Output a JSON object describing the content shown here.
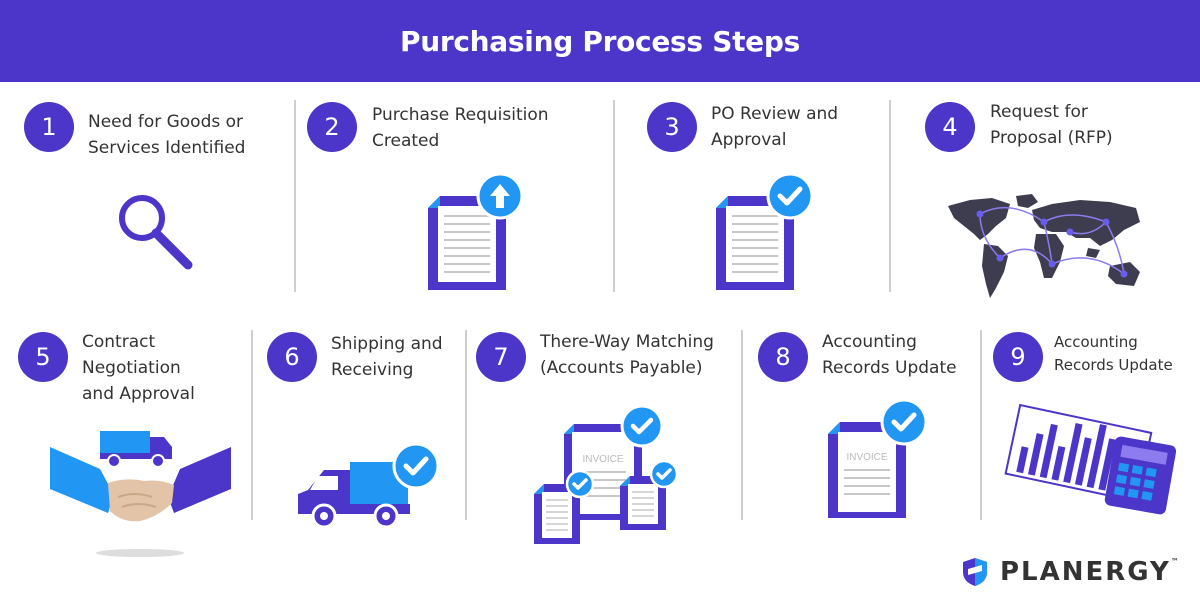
{
  "title": "Purchasing Process Steps",
  "colors": {
    "primary": "#4c35c9",
    "accent": "#2196f3",
    "text": "#333333"
  },
  "steps": [
    {
      "number": "1",
      "line1": "Need for Goods or",
      "line2": "Services Identified",
      "line3": "",
      "icon": "magnifying-glass-icon"
    },
    {
      "number": "2",
      "line1": "Purchase Requisition",
      "line2": "Created",
      "line3": "",
      "icon": "document-upload-icon"
    },
    {
      "number": "3",
      "line1": "PO Review and",
      "line2": "Approval",
      "line3": "",
      "icon": "document-check-icon"
    },
    {
      "number": "4",
      "line1": "Request for",
      "line2": "Proposal (RFP)",
      "line3": "",
      "icon": "world-map-icon"
    },
    {
      "number": "5",
      "line1": "Contract",
      "line2": "Negotiation",
      "line3": "and Approval",
      "icon": "handshake-truck-icon"
    },
    {
      "number": "6",
      "line1": "Shipping and",
      "line2": "Receiving",
      "line3": "",
      "icon": "delivery-truck-check-icon"
    },
    {
      "number": "7",
      "line1": "There-Way Matching",
      "line2": "(Accounts Payable)",
      "line3": "",
      "icon": "invoice-documents-icon"
    },
    {
      "number": "8",
      "line1": "Accounting",
      "line2": "Records Update",
      "line3": "",
      "icon": "invoice-check-icon"
    },
    {
      "number": "9",
      "line1": "Accounting",
      "line2": "Records Update",
      "line3": "",
      "icon": "chart-calculator-icon"
    }
  ],
  "invoice_label": "INVOICE",
  "brand": {
    "name": "PLANERGY",
    "tm": "™",
    "icon": "shield-logo-icon"
  }
}
